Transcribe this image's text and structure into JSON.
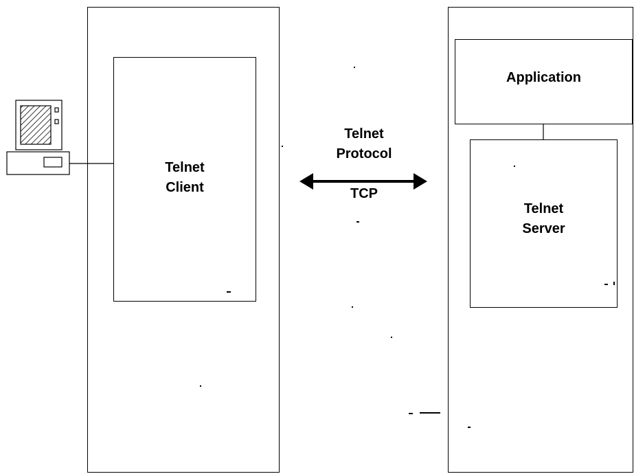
{
  "client": {
    "label_line1": "Telnet",
    "label_line2": "Client"
  },
  "server": {
    "application_label": "Application",
    "label_line1": "Telnet",
    "label_line2": "Server"
  },
  "connection": {
    "label_line1": "Telnet",
    "label_line2": "Protocol",
    "transport": "TCP"
  },
  "icons": {
    "terminal": "computer-terminal-icon",
    "arrow": "double-headed-arrow-icon"
  },
  "colors": {
    "stroke": "#000000",
    "background": "#ffffff"
  }
}
